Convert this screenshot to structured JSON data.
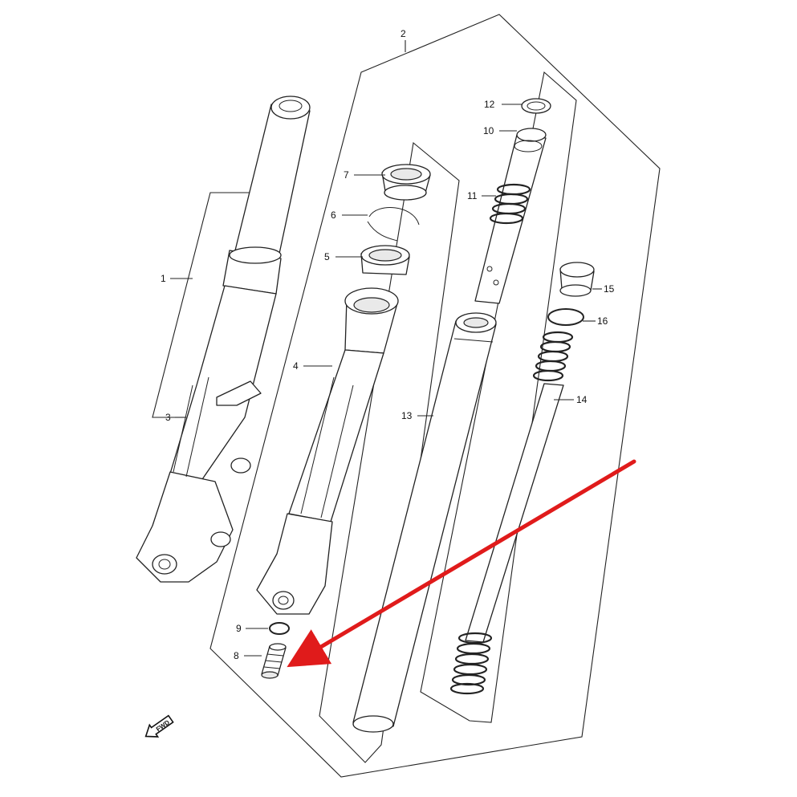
{
  "diagram": {
    "callouts": [
      {
        "id": "1",
        "label": "1"
      },
      {
        "id": "2",
        "label": "2"
      },
      {
        "id": "3",
        "label": "3"
      },
      {
        "id": "4",
        "label": "4"
      },
      {
        "id": "5",
        "label": "5"
      },
      {
        "id": "6",
        "label": "6"
      },
      {
        "id": "7",
        "label": "7"
      },
      {
        "id": "8",
        "label": "8"
      },
      {
        "id": "9",
        "label": "9"
      },
      {
        "id": "10",
        "label": "10"
      },
      {
        "id": "11",
        "label": "11"
      },
      {
        "id": "12",
        "label": "12"
      },
      {
        "id": "13",
        "label": "13"
      },
      {
        "id": "14",
        "label": "14"
      },
      {
        "id": "15",
        "label": "15"
      },
      {
        "id": "16",
        "label": "16"
      }
    ],
    "direction_badge": {
      "label": "FWD",
      "icon": "forward-arrow-icon"
    },
    "highlight_arrow": {
      "color": "#e01b1b",
      "points_to": "8"
    },
    "line_color": "#222222"
  }
}
